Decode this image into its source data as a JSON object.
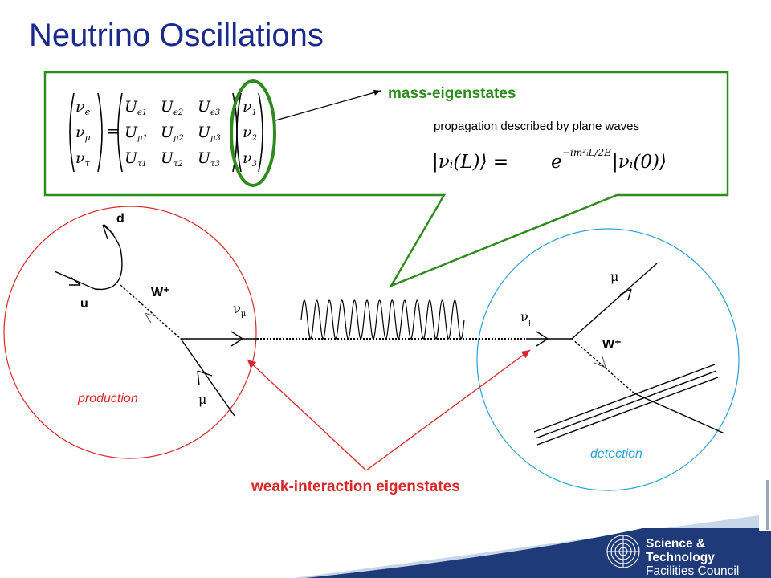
{
  "slide": {
    "title": "Neutrino Oscillations",
    "mass_eigenstates_label": "mass-eigenstates",
    "propagation_text": "propagation described by plane waves",
    "weak_label": "weak-interaction eigenstates",
    "production_label": "production",
    "detection_label": "detection"
  },
  "matrix": {
    "flavors": [
      "ν",
      "ν",
      "ν"
    ],
    "flavor_subs": [
      "e",
      "μ",
      "τ"
    ],
    "rows": [
      [
        "U",
        "U",
        "U"
      ],
      [
        "U",
        "U",
        "U"
      ],
      [
        "U",
        "U",
        "U"
      ]
    ],
    "subs": [
      [
        "e1",
        "e2",
        "e3"
      ],
      [
        "μ1",
        "μ2",
        "μ3"
      ],
      [
        "τ1",
        "τ2",
        "τ3"
      ]
    ],
    "mass_states": [
      "ν",
      "ν",
      "ν"
    ],
    "mass_subs": [
      "1",
      "2",
      "3"
    ],
    "equals": "="
  },
  "plane_wave": {
    "lhs": "|νᵢ(L)⟩ =",
    "exp_base": "e",
    "exponent": "−im²ᵢL/2E",
    "rhs": "|νᵢ(0)⟩"
  },
  "production_diagram": {
    "d_label": "d",
    "u_label": "u",
    "w_label": "W⁺",
    "nu_label": "ν",
    "nu_sub": "μ",
    "mu_label": "μ"
  },
  "detection_diagram": {
    "nu_label": "ν",
    "nu_sub": "μ",
    "mu_label": "μ",
    "w_label": "W⁺"
  },
  "logo": {
    "line1": "Science & Technology",
    "line2": "Facilities Council"
  },
  "colors": {
    "title": "#1a2a8c",
    "green": "#2e8b1e",
    "red": "#d8282b",
    "blue": "#2aa0d8",
    "logo_blue": "#1f3a78"
  }
}
